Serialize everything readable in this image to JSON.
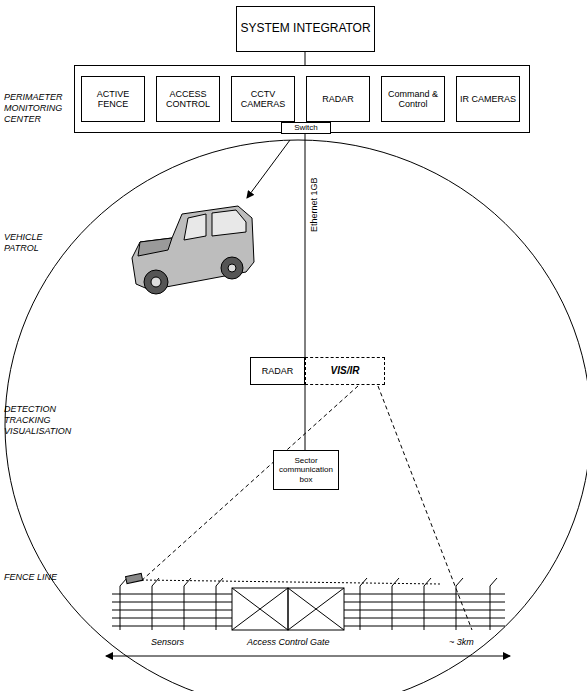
{
  "diagram": {
    "nodes": [
      {
        "text": [
          "SYSTEM INTEGRATOR"
        ]
      },
      {
        "text": []
      },
      {
        "text": [
          "ACTIVE FENCE"
        ],
        "in": 1
      },
      {
        "text": [
          "ACCESS CONTROL"
        ],
        "in": 1
      },
      {
        "text": [
          "CCTV CAMERAS"
        ],
        "in": 1
      },
      {
        "text": [
          "RADAR"
        ],
        "in": 1
      },
      {
        "text": [
          "Command & Control"
        ],
        "in": 1
      },
      {
        "text": [
          "IR CAMERAS"
        ],
        "in": 1
      },
      {
        "text": [
          "Switch"
        ],
        "in": 1
      },
      {
        "text": [
          "RADAR"
        ]
      },
      {
        "text": [
          "VIS/IR"
        ]
      },
      {
        "text": [
          "Sector communication box"
        ]
      }
    ],
    "edges": [
      {
        "from": 0,
        "to": 1,
        "arrow": "none"
      },
      {
        "from": 8,
        "to": 9,
        "arrow": "none"
      },
      {
        "from": 9,
        "to": 11,
        "arrow": "none"
      }
    ],
    "labels": [
      "PERIMAETER MONITORING CENTER",
      "VEHICLE PATROL",
      "DETECTION TRACKING VISUALISATION",
      "FENCE LINE",
      "Ethernet 1GB",
      "Sensors",
      "Access Control Gate",
      "~ 3km"
    ]
  }
}
